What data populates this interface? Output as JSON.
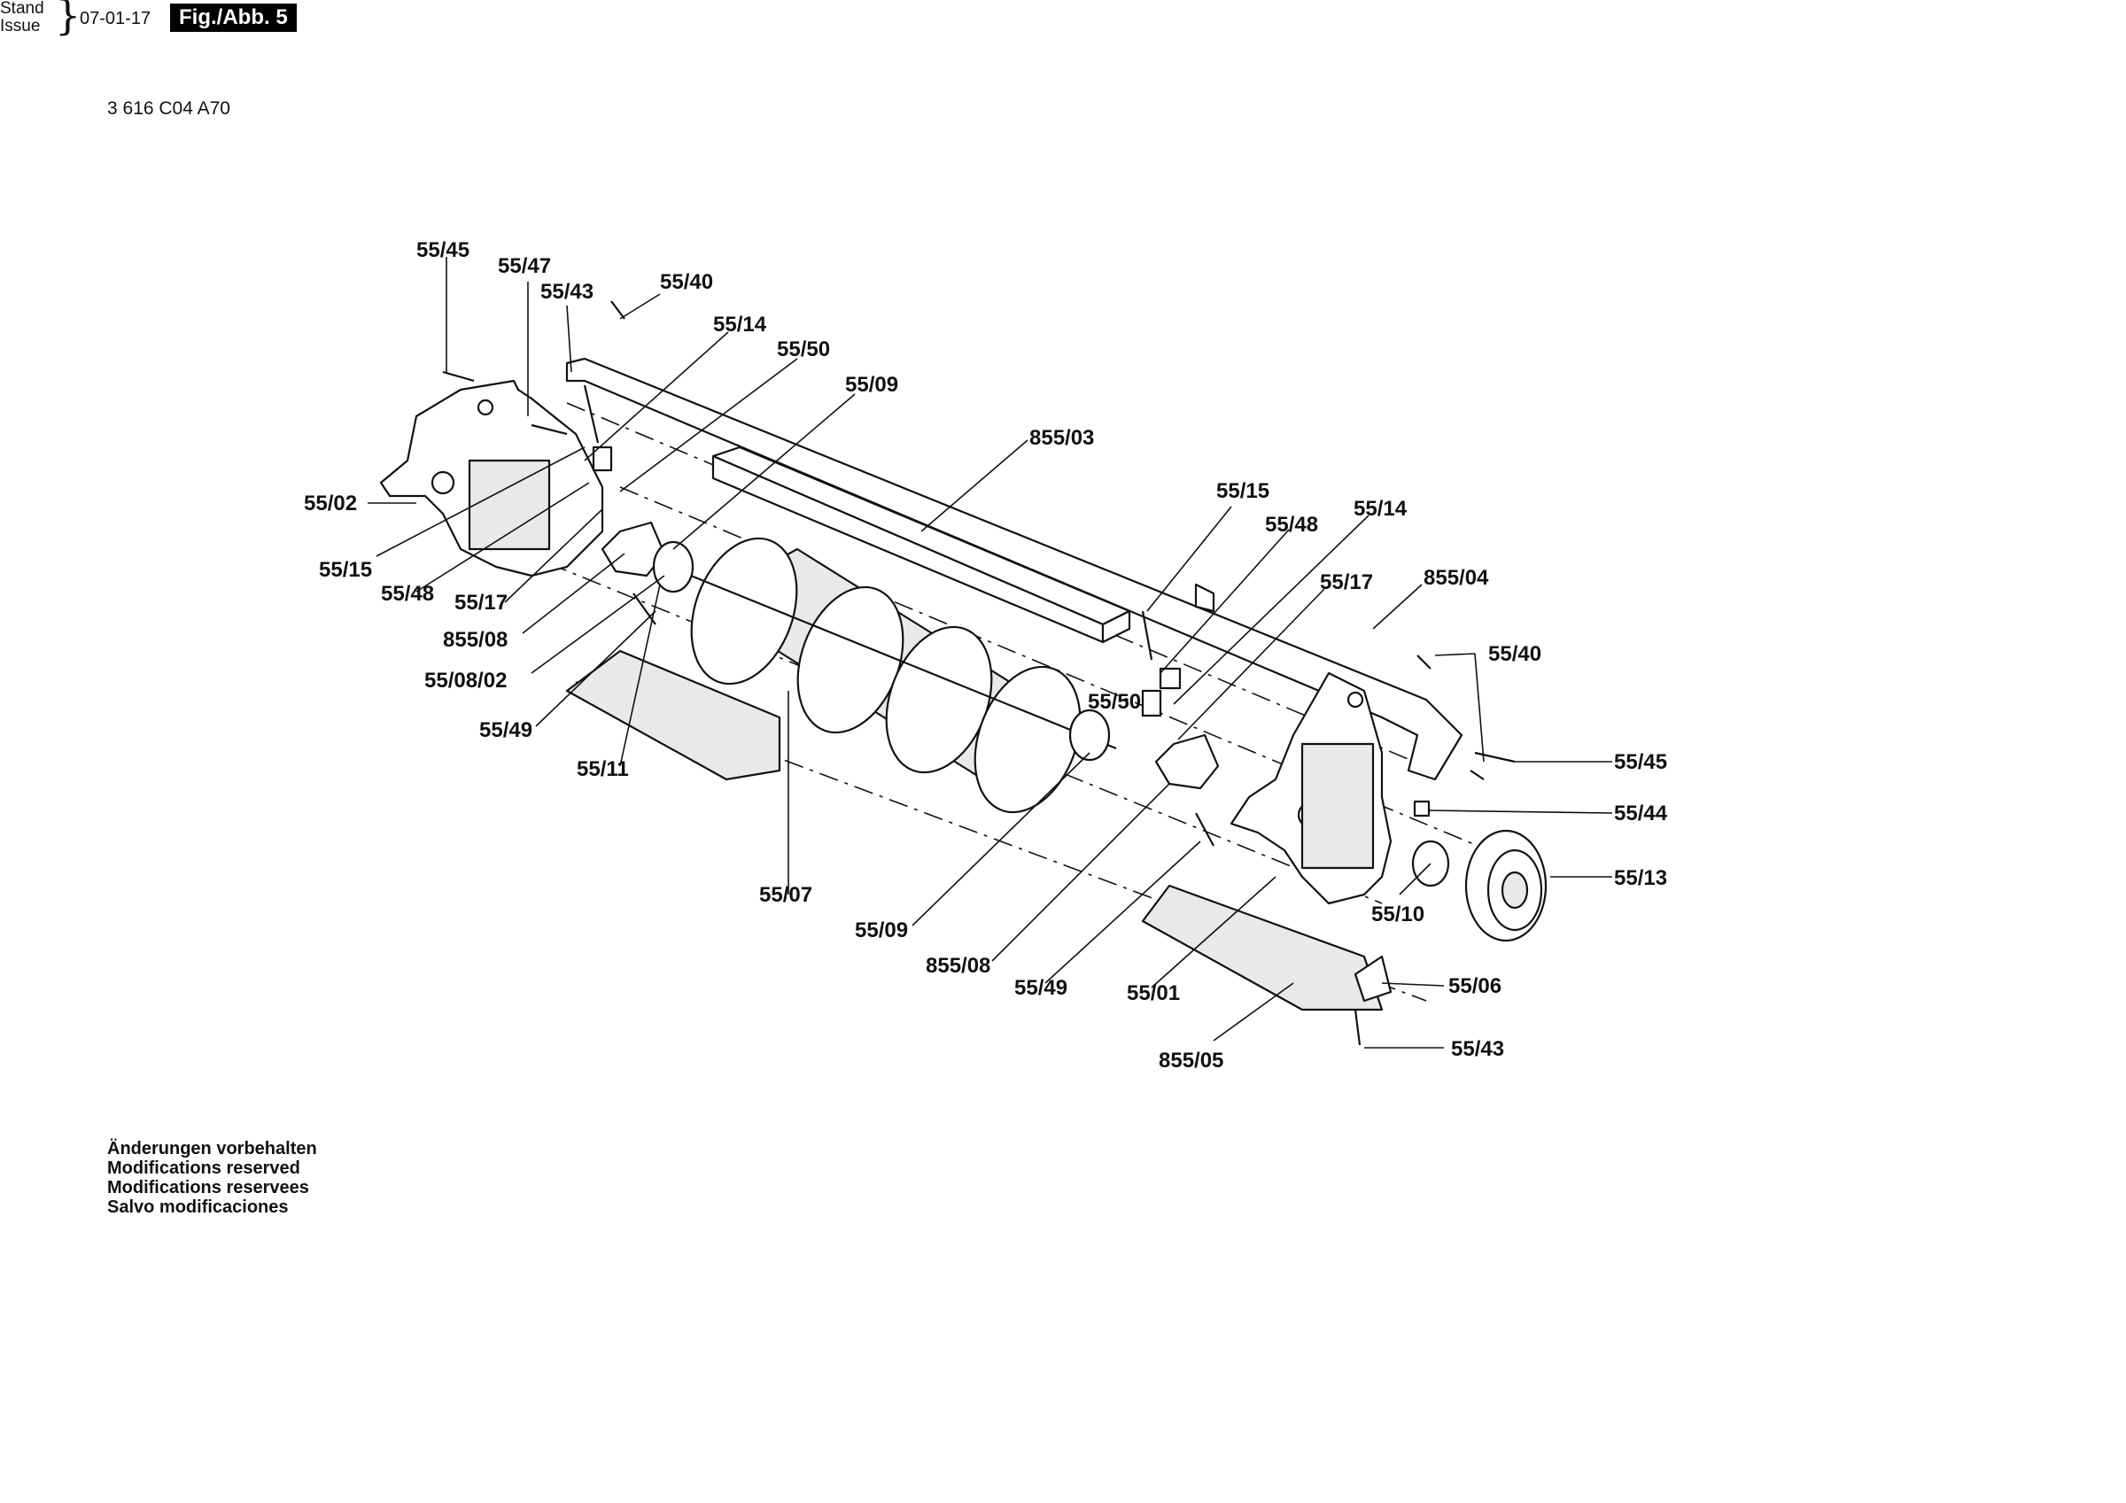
{
  "header": {
    "doc_number": "3 616 C04 A70",
    "stand_label": "Stand",
    "issue_label": "Issue",
    "issue_date": "07-01-17",
    "figure_badge": "Fig./Abb. 5"
  },
  "notes": [
    "Änderungen vorbehalten",
    "Modifications reserved",
    "Modifications reservees",
    "Salvo modificaciones"
  ],
  "callouts": [
    {
      "id": "c1",
      "label": "55/45"
    },
    {
      "id": "c2",
      "label": "55/47"
    },
    {
      "id": "c3",
      "label": "55/43"
    },
    {
      "id": "c4",
      "label": "55/40"
    },
    {
      "id": "c5",
      "label": "55/14"
    },
    {
      "id": "c6",
      "label": "55/50"
    },
    {
      "id": "c7",
      "label": "55/09"
    },
    {
      "id": "c8",
      "label": "855/03"
    },
    {
      "id": "c9",
      "label": "55/02"
    },
    {
      "id": "c10",
      "label": "55/15"
    },
    {
      "id": "c11",
      "label": "55/48"
    },
    {
      "id": "c12",
      "label": "55/17"
    },
    {
      "id": "c13",
      "label": "855/08"
    },
    {
      "id": "c14",
      "label": "55/08/02"
    },
    {
      "id": "c15",
      "label": "55/49"
    },
    {
      "id": "c16",
      "label": "55/11"
    },
    {
      "id": "c17",
      "label": "55/07"
    },
    {
      "id": "c18",
      "label": "55/09"
    },
    {
      "id": "c19",
      "label": "855/08"
    },
    {
      "id": "c20",
      "label": "55/49"
    },
    {
      "id": "c21",
      "label": "55/01"
    },
    {
      "id": "c22",
      "label": "855/05"
    },
    {
      "id": "c23",
      "label": "55/15"
    },
    {
      "id": "c24",
      "label": "55/48"
    },
    {
      "id": "c25",
      "label": "55/14"
    },
    {
      "id": "c26",
      "label": "55/17"
    },
    {
      "id": "c27",
      "label": "855/04"
    },
    {
      "id": "c28",
      "label": "55/50"
    },
    {
      "id": "c29",
      "label": "55/40"
    },
    {
      "id": "c30",
      "label": "55/45"
    },
    {
      "id": "c31",
      "label": "55/44"
    },
    {
      "id": "c32",
      "label": "55/13"
    },
    {
      "id": "c33",
      "label": "55/10"
    },
    {
      "id": "c34",
      "label": "55/06"
    },
    {
      "id": "c35",
      "label": "55/43"
    }
  ]
}
